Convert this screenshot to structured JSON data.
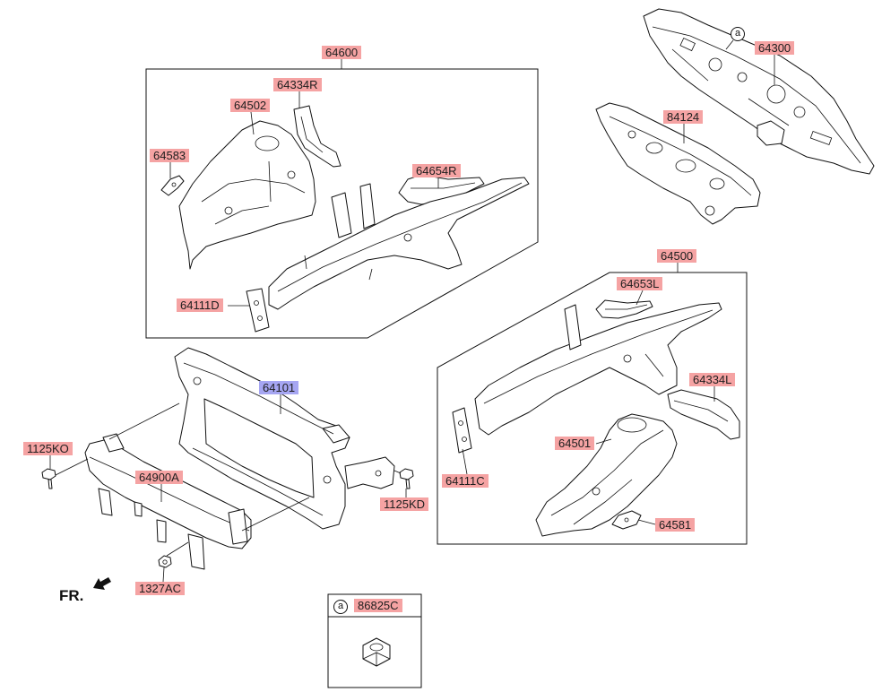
{
  "labels": [
    "64600",
    "64334R",
    "64502",
    "64583",
    "64654R",
    "64111D",
    "64300",
    "84124",
    "64500",
    "64653L",
    "64334L",
    "64501",
    "64111C",
    "64581",
    "64101",
    "1125KO",
    "64900A",
    "1125KD",
    "1327AC",
    "86825C"
  ],
  "highlighted_label": "64101",
  "callout_letter": "a",
  "front_indicator": "FR.",
  "colors": {
    "label": "#f5a3a3",
    "label_highlight": "#a6a6f2",
    "line": "#111111"
  }
}
